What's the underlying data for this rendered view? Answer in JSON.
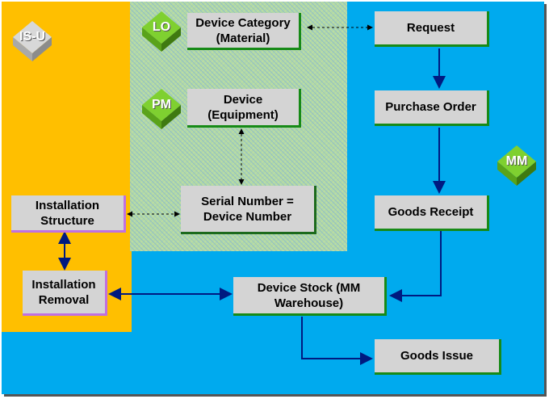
{
  "areas": {
    "isu": {
      "label": "IS-U",
      "color": "#ffbf00"
    },
    "lo": {
      "label": "LO",
      "color": "#b0d8a8"
    },
    "pm": {
      "label": "PM"
    },
    "mm": {
      "label": "MM",
      "color": "#00aaee"
    }
  },
  "nodes": {
    "device_category": "Device Category (Material)",
    "device_equipment": "Device (Equipment)",
    "serial_number": "Serial Number = Device Number",
    "installation_structure": "Installation Structure",
    "installation_removal": "Installation Removal",
    "request": "Request",
    "purchase_order": "Purchase Order",
    "goods_receipt": "Goods Receipt",
    "device_stock": "Device Stock (MM Warehouse)",
    "goods_issue": "Goods Issue"
  },
  "colors": {
    "box_fill": "#d4d4d4",
    "arrow": "#001a80",
    "badge_green": "#7fd030"
  }
}
